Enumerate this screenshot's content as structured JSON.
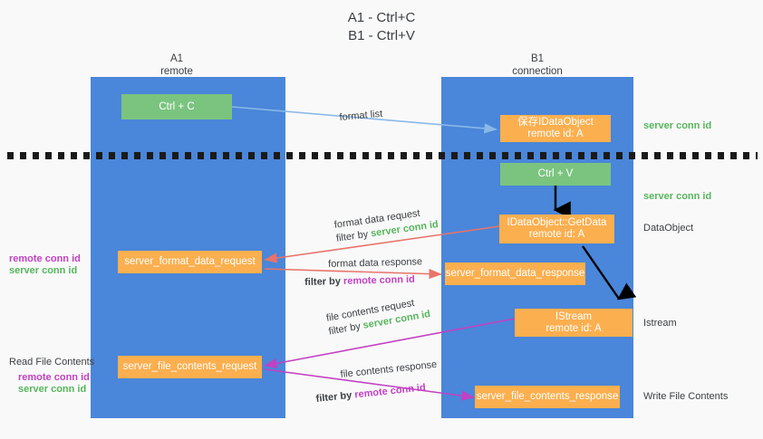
{
  "title": {
    "line1": "A1 - Ctrl+C",
    "line2": "B1 - Ctrl+V"
  },
  "columns": [
    {
      "name": "A1",
      "sub": "remote"
    },
    {
      "name": "B1",
      "sub": "connection"
    }
  ],
  "boxes": {
    "ctrl_c": "Ctrl + C",
    "ctrl_v": "Ctrl + V",
    "save_idataobject": "保存IDataObject\nremote id: A",
    "getdata": "IDataObject::GetData\nremote id: A",
    "istream": "IStream\nremote id: A",
    "server_format_data_request": "server_format_data_request",
    "server_format_data_response": "server_format_data_response",
    "server_file_contents_request": "server_file_contents_request",
    "server_file_contents_response": "server_file_contents_response"
  },
  "right_labels": {
    "server_conn_id_top": "server conn id",
    "server_conn_id_mid": "server conn id",
    "dataobject": "DataObject",
    "istream": "Istream",
    "write_file_contents": "Write File Contents"
  },
  "left_labels": {
    "remote_conn_id_1": "remote conn id",
    "server_conn_id_1": "server conn id",
    "read_file_contents": "Read File Contents",
    "remote_conn_id_2": "remote conn id",
    "server_conn_id_2": "server conn id"
  },
  "arrow_labels": {
    "format_list": "format list",
    "format_data_request": "format data request",
    "format_data_request_filter_prefix": "filter by ",
    "format_data_request_filter_key": "server conn id",
    "format_data_response": "format data response",
    "format_data_response_filter_prefix": "filter by ",
    "format_data_response_filter_key": "remote conn id",
    "file_contents_request": "file contents request",
    "file_contents_request_filter_prefix": "filter by ",
    "file_contents_request_filter_key": "server conn id",
    "file_contents_response": "file contents response",
    "file_contents_response_filter_prefix": "filter by ",
    "file_contents_response_filter_key": "remote conn id"
  },
  "colors": {
    "lane": "#4a86d9",
    "green_box": "#7ac47f",
    "orange_box": "#fbaf4f",
    "green_text": "#56b65c",
    "purple_text": "#c341c3",
    "light_blue_arrow": "#8ab9e8",
    "red_arrow": "#e8736a",
    "magenta_arrow": "#c341c3",
    "black_arrow": "#000000",
    "background": "#f9f9f9"
  }
}
